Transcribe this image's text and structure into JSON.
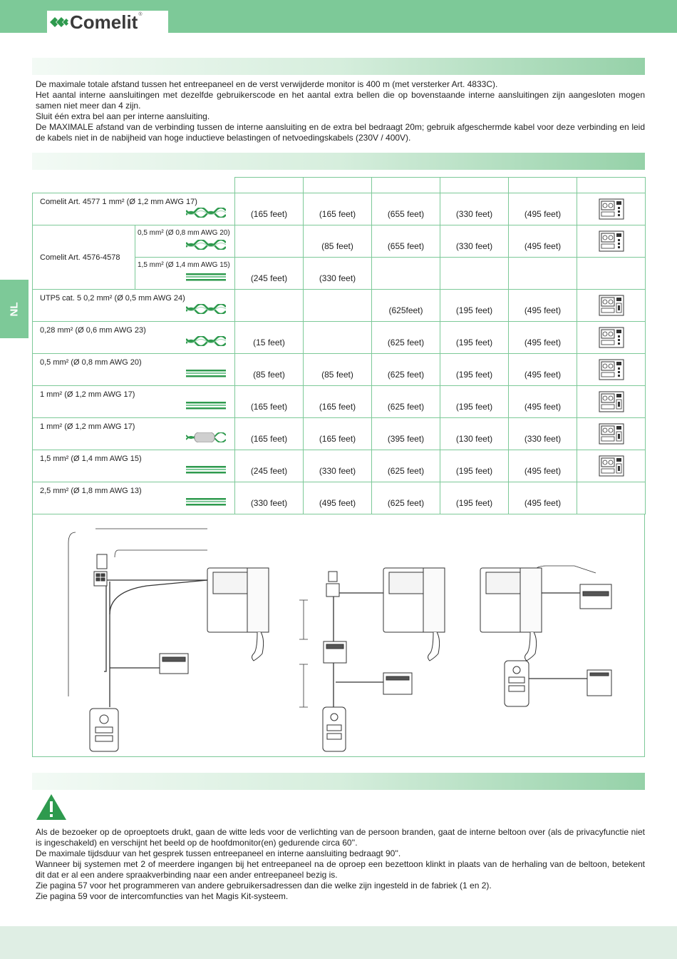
{
  "brand": {
    "name": "Comelit",
    "reg": "®"
  },
  "side_tab": "NL",
  "intro": {
    "p1": "De maximale totale afstand tussen het entreepaneel en de verst verwijderde monitor is 400 m (met versterker Art. 4833C).",
    "p2": "Het aantal interne aansluitingen met dezelfde gebruikerscode en het aantal extra bellen die op bovenstaande interne aansluitingen zijn aangesloten mogen samen niet meer dan 4 zijn.",
    "p3": "Sluit één extra bel aan per interne aansluiting.",
    "p4": "De MAXIMALE afstand van de verbinding tussen de interne aansluiting en de extra bel bedraagt 20m; gebruik afgeschermde kabel voor deze verbinding en leid de kabels niet in de nabijheid van hoge inductieve belastingen of netvoedingskabels (230V / 400V)."
  },
  "table": {
    "rows": [
      {
        "label": "Comelit Art. 4577 1 mm² (Ø 1,2 mm AWG 17)",
        "cable": "twisted",
        "values": [
          "(165 feet)",
          "(165 feet)",
          "(655 feet)",
          "(330 feet)",
          "(495 feet)"
        ]
      },
      {
        "label": "Comelit Art. 4576-4578",
        "sub1": {
          "label": "0,5 mm² (Ø 0,8 mm AWG 20)",
          "values": [
            "",
            "(85 feet)",
            "(655 feet)",
            "(330 feet)",
            "(495 feet)"
          ]
        },
        "sub2": {
          "label": "1,5 mm² (Ø 1,4 mm AWG 15)",
          "values": [
            "(245 feet)",
            "(330 feet)",
            "",
            "",
            ""
          ]
        }
      },
      {
        "label": "UTP5 cat. 5 0,2 mm² (Ø 0,5 mm AWG 24)",
        "cable": "twisted",
        "values": [
          "",
          "",
          "(625feet)",
          "(195 feet)",
          "(495 feet)"
        ]
      },
      {
        "label": "0,28 mm² (Ø 0,6 mm AWG 23)",
        "cable": "twisted",
        "values": [
          "(15 feet)",
          "",
          "(625 feet)",
          "(195 feet)",
          "(495 feet)"
        ]
      },
      {
        "label": "0,5 mm² (Ø 0,8 mm AWG 20)",
        "cable": "parallel",
        "values": [
          "(85 feet)",
          "(85 feet)",
          "(625 feet)",
          "(195 feet)",
          "(495 feet)"
        ]
      },
      {
        "label": "1 mm² (Ø 1,2 mm AWG 17)",
        "cable": "parallel",
        "values": [
          "(165 feet)",
          "(165 feet)",
          "(625 feet)",
          "(195 feet)",
          "(495 feet)"
        ]
      },
      {
        "label": "1 mm² (Ø 1,2 mm AWG 17)",
        "cable": "shielded",
        "values": [
          "(165 feet)",
          "(165 feet)",
          "(395 feet)",
          "(130 feet)",
          "(330 feet)"
        ]
      },
      {
        "label": "1,5 mm² (Ø 1,4 mm AWG 15)",
        "cable": "parallel",
        "values": [
          "(245 feet)",
          "(330 feet)",
          "(625 feet)",
          "(195 feet)",
          "(495 feet)"
        ]
      },
      {
        "label": "2,5 mm² (Ø 1,8 mm AWG 13)",
        "cable": "parallel",
        "values": [
          "(330 feet)",
          "(495 feet)",
          "(625 feet)",
          "(195 feet)",
          "(495 feet)"
        ]
      }
    ]
  },
  "notes": {
    "p1": "Als de bezoeker op de oproeptoets drukt, gaan de witte leds voor de verlichting van de persoon branden, gaat de interne beltoon over (als de privacyfunctie niet is ingeschakeld) en verschijnt het beeld op de hoofdmonitor(en) gedurende circa 60''.",
    "p2": "De maximale tijdsduur van het gesprek tussen entreepaneel en interne aansluiting bedraagt 90''.",
    "p3": "Wanneer bij systemen met 2 of meerdere ingangen bij het entreepaneel na de oproep een bezettoon klinkt in plaats van de herhaling van de beltoon, betekent dit dat er al een andere spraakverbinding naar een ander entreepaneel bezig is.",
    "p4": "Zie pagina 57 voor het programmeren van andere gebruikersadressen dan die welke zijn ingesteld in de fabriek (1 en 2).",
    "p5": "Zie pagina 59 voor de intercomfuncties van het Magis Kit-systeem."
  },
  "colors": {
    "accent": "#7dc998",
    "border": "#7dc998",
    "cable_green": "#2e9a4e"
  }
}
